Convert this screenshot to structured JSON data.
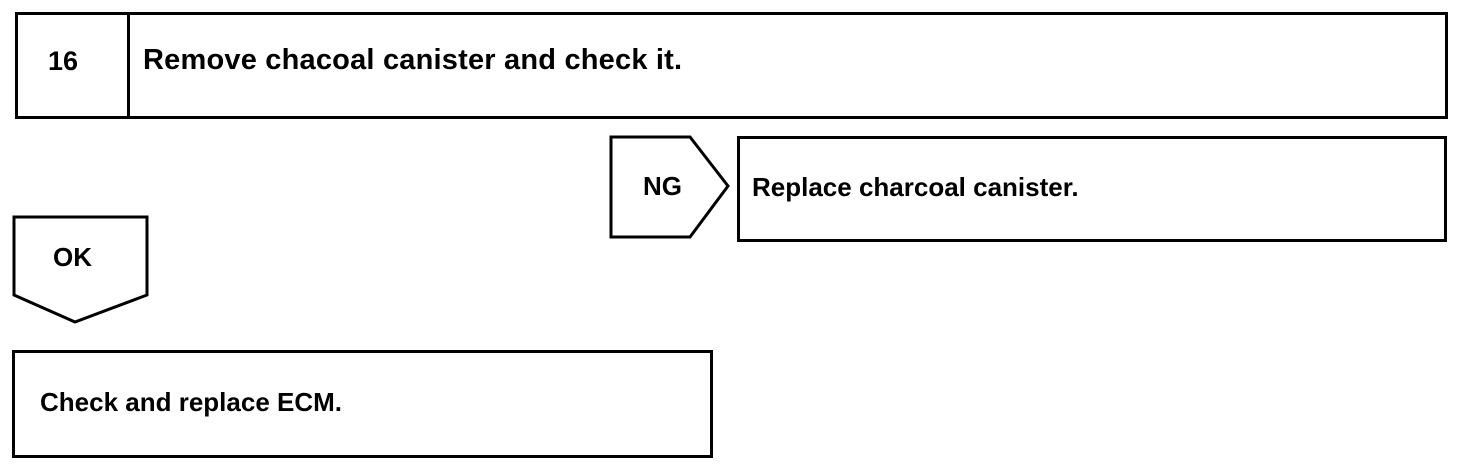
{
  "step": {
    "number": "16",
    "title": "Remove chacoal canister and check it."
  },
  "ng_branch": {
    "label": "NG",
    "action": "Replace charcoal canister."
  },
  "ok_branch": {
    "label": "OK",
    "action": "Check and replace ECM."
  }
}
